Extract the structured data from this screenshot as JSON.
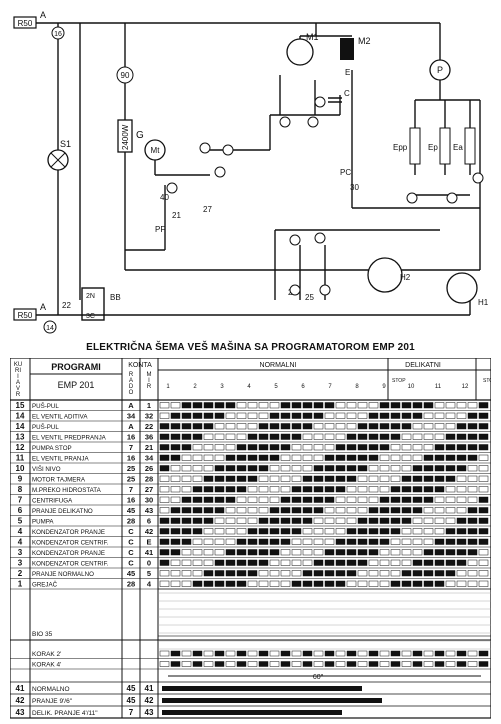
{
  "title": "ELEKTRIČNA ŠEMA VEŠ MAŠINA SA PROGRAMATOROM EMP 201",
  "schematic": {
    "supply_top": "R50",
    "supply_bottom": "R50",
    "terminal_A_top": "A",
    "terminal_A_bottom": "A",
    "labels": {
      "s1": "S1",
      "m1": "M1",
      "m2": "M2",
      "mt": "Mt",
      "p": "P",
      "g": "G",
      "heater": "2400W",
      "pf": "PF",
      "pc": "PC",
      "h1": "H1",
      "h2": "H2",
      "bb": "BB",
      "epp": "Epp",
      "ep": "Ep",
      "ea": "Ea",
      "e": "E",
      "c": "C",
      "n2": "2N",
      "c3": "3C",
      "n90": "90",
      "n16": "16",
      "n14": "14",
      "n22": "22",
      "n30": "30",
      "n40": "40",
      "n21": "21",
      "n27": "27",
      "n29": "29",
      "n25": "25"
    }
  },
  "table": {
    "headers": {
      "kurivr": "KU RI I A V R",
      "programi": "PROGRAMI",
      "program_name": "EMP 201",
      "konta": "KONTA",
      "rado": "R A D O",
      "mirno": "M I R"
    },
    "groups": {
      "normalni": "NORMALNI",
      "delikatni": "DELIKATNI",
      "stop": "STOP"
    },
    "rows": [
      {
        "n": "15",
        "label": "PUŠ-PUL",
        "a": "A",
        "b": "1"
      },
      {
        "n": "14",
        "label": "EL VENTIL ADITIVA",
        "a": "34",
        "b": "32"
      },
      {
        "n": "14",
        "label": "PUŠ-PUL",
        "a": "A",
        "b": "22"
      },
      {
        "n": "13",
        "label": "EL VENTIL PREDPRANJA",
        "a": "16",
        "b": "36"
      },
      {
        "n": "12",
        "label": "PUMPA STOP",
        "a": "7",
        "b": "21"
      },
      {
        "n": "11",
        "label": "EL VENTIL PRANJA",
        "a": "16",
        "b": "34"
      },
      {
        "n": "10",
        "label": "VIŠI NIVO",
        "a": "25",
        "b": "26"
      },
      {
        "n": "9",
        "label": "MOTOR TAJMERA",
        "a": "25",
        "b": "28"
      },
      {
        "n": "8",
        "label": "M.PREKO HIDROSTATA",
        "a": "7",
        "b": "27"
      },
      {
        "n": "7",
        "label": "CENTRIFUGA",
        "a": "16",
        "b": "30"
      },
      {
        "n": "6",
        "label": "PRANJE DELIKATNO",
        "a": "45",
        "b": "43"
      },
      {
        "n": "5",
        "label": "PUMPA",
        "a": "28",
        "b": "6"
      },
      {
        "n": "4",
        "label": "KONDENZATOR PRANJE",
        "a": "C",
        "b": "42"
      },
      {
        "n": "4",
        "label": "KONDENZATOR CENTRIF.",
        "a": "C",
        "b": "E"
      },
      {
        "n": "3",
        "label": "KONDENZATOR PRANJE",
        "a": "C",
        "b": "41"
      },
      {
        "n": "3",
        "label": "KONDENZATOR CENTRIF.",
        "a": "C",
        "b": "0"
      },
      {
        "n": "2",
        "label": "PRANJE NORMALNO",
        "a": "45",
        "b": "5"
      },
      {
        "n": "1",
        "label": "GREJAČ",
        "a": "28",
        "b": "4"
      }
    ],
    "bio_label": "BIO 35",
    "korak_rows": [
      {
        "n": "",
        "label": "KORAK 2'"
      },
      {
        "n": "",
        "label": "KORAK 4'"
      }
    ],
    "bottom_rows": [
      {
        "n": "41",
        "label": "NORMALNO",
        "a": "45",
        "b": "41"
      },
      {
        "n": "42",
        "label": "PRANJE 9'/6\"",
        "a": "45",
        "b": "42"
      },
      {
        "n": "43",
        "label": "DELIK. PRANJE 4'/11\"",
        "a": "7",
        "b": "43"
      }
    ],
    "timeline_note": "60\"",
    "step_numbers": [
      "1",
      "2",
      "3",
      "4",
      "5",
      "6",
      "7",
      "8",
      "9",
      "10",
      "11",
      "12"
    ]
  }
}
